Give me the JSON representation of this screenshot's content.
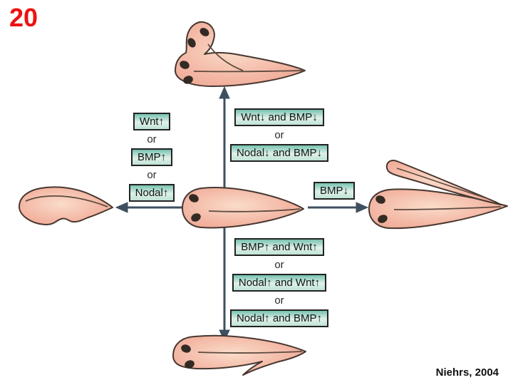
{
  "slide": {
    "number": "20",
    "citation": "Niehrs, 2004"
  },
  "separator": "or",
  "pathways": {
    "left": {
      "items": [
        "Wnt↑",
        "BMP↑",
        "Nodal↑"
      ]
    },
    "up": {
      "items": [
        "Wnt↓ and BMP↓",
        "Nodal↓ and BMP↓"
      ]
    },
    "right": {
      "items": [
        "BMP↓"
      ]
    },
    "down": {
      "items": [
        "BMP↑ and Wnt↑",
        "Nodal↑ and Wnt↑",
        "Nodal↑ and BMP↑"
      ]
    }
  },
  "illustrations": {
    "center": "normal-tadpole-embryo",
    "top": "secondary-head-embryo",
    "left": "headless-embryo",
    "right": "secondary-trunk-embryo",
    "bottom": "forked-tail-embryo"
  },
  "colors": {
    "slide_number_red": "#ee1111",
    "label_box_teal": "#8ecfbc",
    "label_box_border": "#222222",
    "arrow": "#3e5060",
    "embryo_fill": "#f2b4a3",
    "embryo_outline": "#473730"
  }
}
